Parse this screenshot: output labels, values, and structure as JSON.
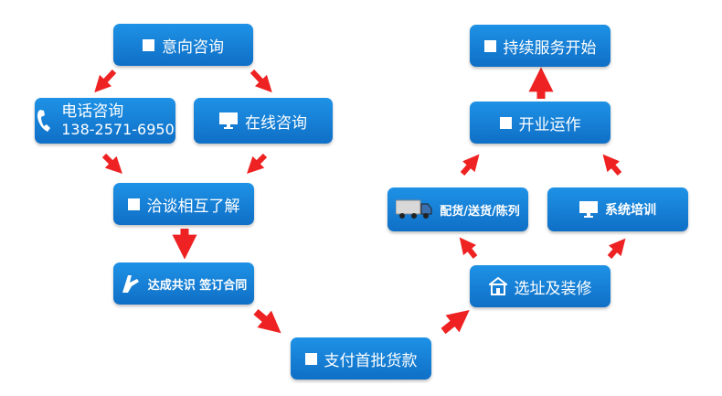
{
  "colors": {
    "box": "#1a80d8",
    "arrow": "#ee2222",
    "text": "#ffffff"
  },
  "nodes": {
    "inquiry": {
      "label": "意向咨询",
      "icon": "square-icon"
    },
    "phone": {
      "line1": "电话咨询",
      "line2": "138-2571-6950",
      "icon": "phone-icon"
    },
    "online": {
      "label": "在线咨询",
      "icon": "monitor-icon"
    },
    "negotiate": {
      "label": "洽谈相互了解",
      "icon": "square-icon"
    },
    "consensus": {
      "label": "达成共识 签订合同",
      "icon": "handshake-icon"
    },
    "payment": {
      "label": "支付首批货款",
      "icon": "square-icon"
    },
    "site": {
      "label": "选址及装修",
      "icon": "store-icon"
    },
    "delivery": {
      "label": "配货/送货/陈列",
      "icon": "truck-icon"
    },
    "training": {
      "label": "系统培训",
      "icon": "monitor-icon"
    },
    "opening": {
      "label": "开业运作",
      "icon": "square-icon"
    },
    "service": {
      "label": "持续服务开始",
      "icon": "square-icon"
    }
  }
}
